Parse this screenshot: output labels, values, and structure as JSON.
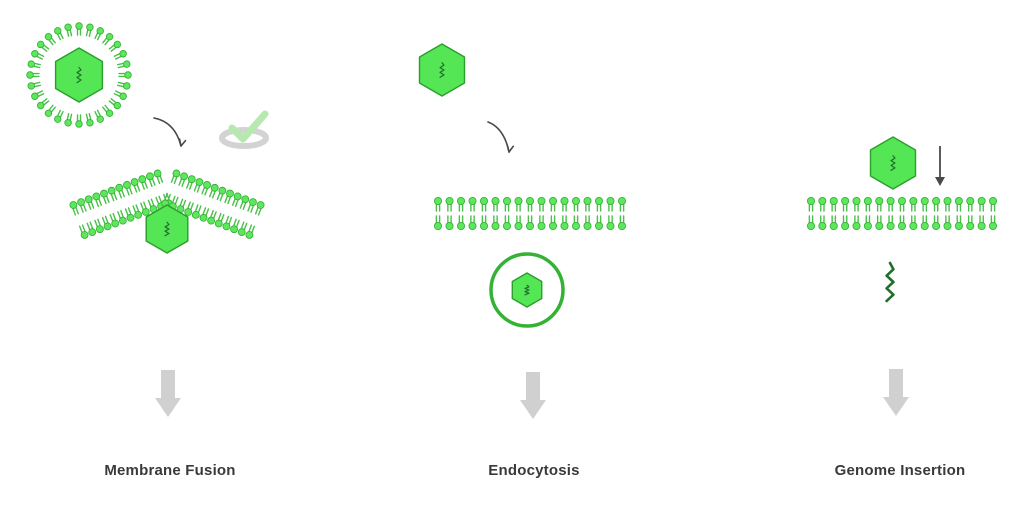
{
  "panels": [
    {
      "label": "Membrane Fusion"
    },
    {
      "label": "Endocytosis"
    },
    {
      "label": "Genome Insertion"
    }
  ],
  "colors": {
    "lipid_head": "#5ee65e",
    "lipid_head_edge": "#2fae2f",
    "lipid_tail": "#49c049",
    "capsid_fill": "#55e655",
    "capsid_edge": "#2b9e2b",
    "genome": "#1f6f2a",
    "vesicle_ring": "#34b234",
    "process_arrow": "#d0d0d0",
    "curved_arrow": "#4a4a4a",
    "check_icon": "#b7e8b0",
    "receptor_icon": "#c8c8c8"
  },
  "icons": [
    "curved-arrow-icon",
    "down-arrow-icon",
    "receptor-check-icon",
    "genome-strand-icon"
  ]
}
